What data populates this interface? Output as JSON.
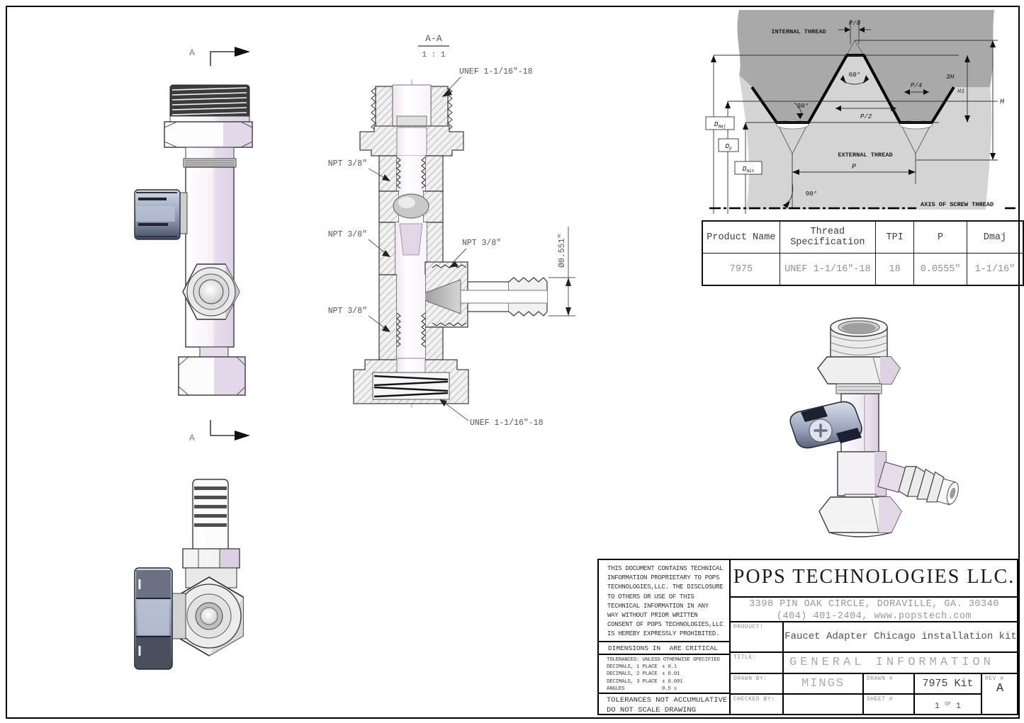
{
  "views": {
    "front": {
      "section_arrow_top": "A",
      "section_arrow_bottom": "A"
    },
    "section": {
      "label": "A-A",
      "scale": "1 : 1",
      "callout_unef_top": "UNEF 1-1/16\"-18",
      "callout_unef_bottom": "UNEF 1-1/16\"-18",
      "callout_npt_upper": "NPT 3/8\"",
      "callout_npt_middle": "NPT 3/8\"",
      "callout_npt_lower": "NPT 3/8\"",
      "callout_npt_side": "NPT 3/8\"",
      "dim_barb_od": "Ø0.551\""
    }
  },
  "thread_diagram": {
    "internal_thread": "INTERNAL THREAD",
    "external_thread": "EXTERNAL THREAD",
    "axis_label": "AXIS OF SCREW THREAD",
    "p8": "P/8",
    "p4": "P/4",
    "p2": "P/2",
    "p": "P",
    "deg60": "60°",
    "deg30": "30°",
    "deg90": "90°",
    "h3": "3H",
    "h1": "H1",
    "h": "H",
    "dmaj_d": "D",
    "dmaj_sub": "maj",
    "dp_d": "D",
    "dp_sub": "p",
    "dmin_d": "D",
    "dmin_sub": "min"
  },
  "spec_table": {
    "headers": [
      "Product Name",
      "Thread Specification",
      "TPI",
      "P",
      "Dmaj"
    ],
    "row": [
      "7975",
      "UNEF 1-1/16\"-18",
      "18",
      "0.0555\"",
      "1-1/16\""
    ]
  },
  "title_block": {
    "notice": [
      "THIS DOCUMENT CONTAINS TECHNICAL",
      "INFORMATION PROPRIETARY TO POPS",
      "TECHNOLOGIES,LLC.  THE DISCLOSURE",
      "TO OTHERS OR USE OF THIS",
      "TECHNICAL INFORMATION IN ANY",
      "WAY WITHOUT PRIOR WRITTEN",
      "CONSENT OF POPS TECHNOLOGIES,LLC",
      "IS HEREBY EXPRESSLY PROHIBITED."
    ],
    "dimensions_in": "DIMENSIONS IN",
    "are_critical": "ARE CRITICAL",
    "tolerances_title": "TOLERANCES: UNLESS OTHERWISE SPECIFIED",
    "tolerances": [
      {
        "label": "DECIMALS, 1 PLACE",
        "value": "± 0.1"
      },
      {
        "label": "DECIMALS, 2 PLACE",
        "value": "± 0.01"
      },
      {
        "label": "DECIMALS, 3 PLACE",
        "value": "± 0.001"
      },
      {
        "label": "ANGLES",
        "value": "0.5 ±"
      }
    ],
    "not_accumulative": "TOLERANCES NOT ACCUMULATIVE",
    "do_not_scale": "DO NOT SCALE DRAWING",
    "company": "POPS TECHNOLOGIES LLC.",
    "address1": "3398 PIN OAK CIRCLE, DORAVILLE, GA. 30340",
    "address2": "(404) 401-2404, www.popstech.com",
    "product_label": "PRODUCT:",
    "product": "Faucet Adapter Chicago installation kit",
    "title_label": "TITLE:",
    "title": "GENERAL INFORMATION",
    "drawn_by_label": "DRAWN BY:",
    "drawn_by": "MINGS",
    "drawn_no_label": "DRAWN #",
    "drawn_no": "7975 Kit",
    "rev_label": "REV #",
    "rev": "A",
    "checked_by_label": "CHECKED BY:",
    "sheet_label": "SHEET #",
    "sheet_num": "1",
    "sheet_of": "OF",
    "sheet_total": "1"
  }
}
